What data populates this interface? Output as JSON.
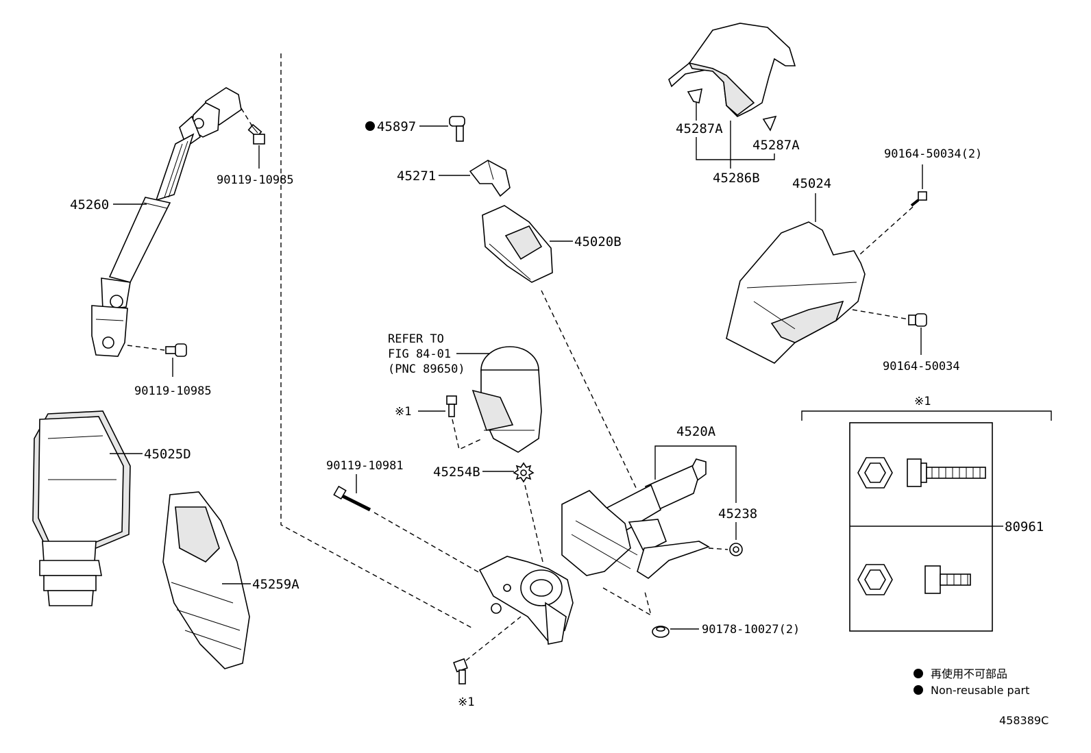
{
  "labels": {
    "p45260": "45260",
    "p90119_10985_top": "90119-10985",
    "p90119_10985_bottom": "90119-10985",
    "p45897": "45897",
    "p45271": "45271",
    "p45020B": "45020B",
    "refer_line1": "REFER TO",
    "refer_line2": "FIG 84-01",
    "refer_line3": "(PNC 89650)",
    "ref1_a": "※1",
    "p90119_10981": "90119-10981",
    "p45254B": "45254B",
    "p4520A": "4520A",
    "p45238": "45238",
    "p90178_10027": "90178-10027(2)",
    "ref1_b": "※1",
    "p45025D": "45025D",
    "p45259A": "45259A",
    "p45287A_left": "45287A",
    "p45287A_right": "45287A",
    "p45286B": "45286B",
    "p45024": "45024",
    "p90164_50034_2": "90164-50034(2)",
    "p90164_50034": "90164-50034",
    "ref1_box": "※1",
    "p80961": "80961"
  },
  "legend": {
    "japanese": "再使用不可部品",
    "english": "Non-reusable part"
  },
  "diagram_code": "458389C",
  "colors": {
    "ink": "#000000",
    "background": "#ffffff",
    "shade": "#e6e6e6"
  }
}
